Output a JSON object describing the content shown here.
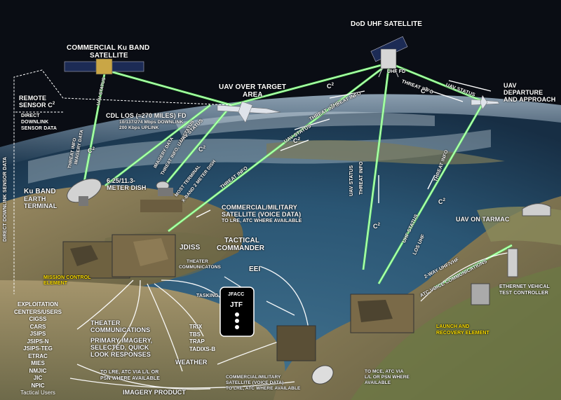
{
  "labels": {
    "dod_uhf_satellite": "DoD UHF SATELLITE",
    "commercial_ku_1": "COMMERCIAL Ku BAND",
    "commercial_ku_2": "SATELLITE",
    "uav_over_target_1": "UAV OVER TARGET",
    "uav_over_target_2": "AREA",
    "uav_departure_1": "UAV",
    "uav_departure_2": "DEPARTURE",
    "uav_departure_3": "AND APPROACH",
    "uhf_fd": "UHF FD",
    "remote_sensor": "REMOTE",
    "remote_sensor_2": "SENSOR C",
    "direct_downlink_1": "DIRECT",
    "direct_downlink_2": "DOWNLINK",
    "direct_downlink_3": "SENSOR DATA",
    "direct_downlink_vertical": "DIRECT DOWNLINK SENSOR DATA",
    "cdl_los_1": "CDL LOS (≈270 MILES) FD",
    "cdl_los_2": "10/137/274 Mbps DOWNLINK",
    "cdl_los_3": "200 Kbps UPLINK",
    "uav_status_ku": "UAV STATUS",
    "threat_info_imagery_1": "THREAT INFO",
    "threat_info_imagery_2": "IMAGERY DATA",
    "c2": "C",
    "imagery_data_1": "IMAGERY DATA",
    "imagery_data_2": "THREAT INFO, UAV STATUS",
    "most_terminal_1": "MOST TERMINAL",
    "most_terminal_2": "X-BAND 2 METER DISH",
    "threat_info_diag": "THREAT INFO",
    "uav_status_diag": "UAV STATUS",
    "threat_info_lower": "THREAT INFO",
    "threat_info_right": "THREAT INFO",
    "uav_status_right": "UAV STATUS",
    "threat_info_vert": "THREAT INFO",
    "uav_status_vert": "UAV STATUS",
    "uhf_status": "UHF STATUS",
    "los_uhf": "LOS UHF",
    "threat_info_far_right": "THREAT INFO",
    "meter_dish_1": "6.25/11.3-",
    "meter_dish_2": "METER DISH",
    "ku_band_1": "Ku BAND",
    "ku_band_2": "EARTH",
    "ku_band_3": "TERMINAL",
    "comm_mil_1": "COMMERCIAL/MILITARY",
    "comm_mil_2": "SATELLITE (VOICE DATA)",
    "comm_mil_3": "TO LRE, ATC WHERE AVAILABLE",
    "uav_on_tarmac": "UAV ON TARMAC",
    "jdiss": "JDISS",
    "tactical_commander_1": "TACTICAL",
    "tactical_commander_2": "COMMANDER",
    "theater_comm_small_1": "THEATER",
    "theater_comm_small_2": "COMMUNICATONS",
    "eei": "EEI",
    "tasking": "TASKING",
    "jfacc": "JFACC",
    "jtf": "JTF",
    "mission_control_1": "MISSION CONTROL",
    "mission_control_2": "ELEMENT",
    "two_way_uhf": "2-WAY UHF/VHF",
    "atc_voice": "ATC VOICE COMMUNICATIONS",
    "ethernet_1": "ETHERNET VEHICAL",
    "ethernet_2": "TEST CONTROLLER",
    "launch_recovery_1": "LAUNCH AND",
    "launch_recovery_2": "RECOVERY ELEMENT",
    "theater_comm_1": "THEATER",
    "theater_comm_2": "COMMUNICATIONS",
    "primary_imagery_1": "PRIMARY IMAGERY,",
    "primary_imagery_2": "SELECTED, QUICK",
    "primary_imagery_3": "LOOK RESPONSES",
    "weather": "WEATHER",
    "to_lre_1": "TO LRE, ATC VIA L/L OR",
    "to_lre_2": "PSN WHERE AVAILABLE",
    "imagery_product": "IMAGERY PRODUCT",
    "comm_mil_lower_1": "COMMERCIAL/MILITARY",
    "comm_mil_lower_2": "SATELLITE (VOICE DATA)",
    "comm_mil_lower_3": "TO LRE, ATC WHERE AVAILABLE",
    "to_mce_1": "TO MCE, ATC VIA",
    "to_mce_2": "L/L OR PSN WHERE",
    "to_mce_3": "AVAILABLE",
    "c2_sup": "2"
  },
  "trix_list": [
    "TRIX",
    "TBS",
    "TRAP",
    "TADIXS-B"
  ],
  "exploitation_list": [
    "EXPLOITATION",
    "CENTERS/USERS",
    "CIGSS",
    "CARS",
    "JSIPS",
    "JSIPS-N",
    "JSIPS-TEG",
    "ETRAC",
    "MIES",
    "NMJIC",
    "JIC",
    "NPIC",
    "Tactical Users"
  ],
  "colors": {
    "link_green": "#7dff7a",
    "label_yellow": "#ffe000",
    "sky": "#0a0d14",
    "ocean": "#2c5673",
    "land": "#8d7f5c"
  }
}
